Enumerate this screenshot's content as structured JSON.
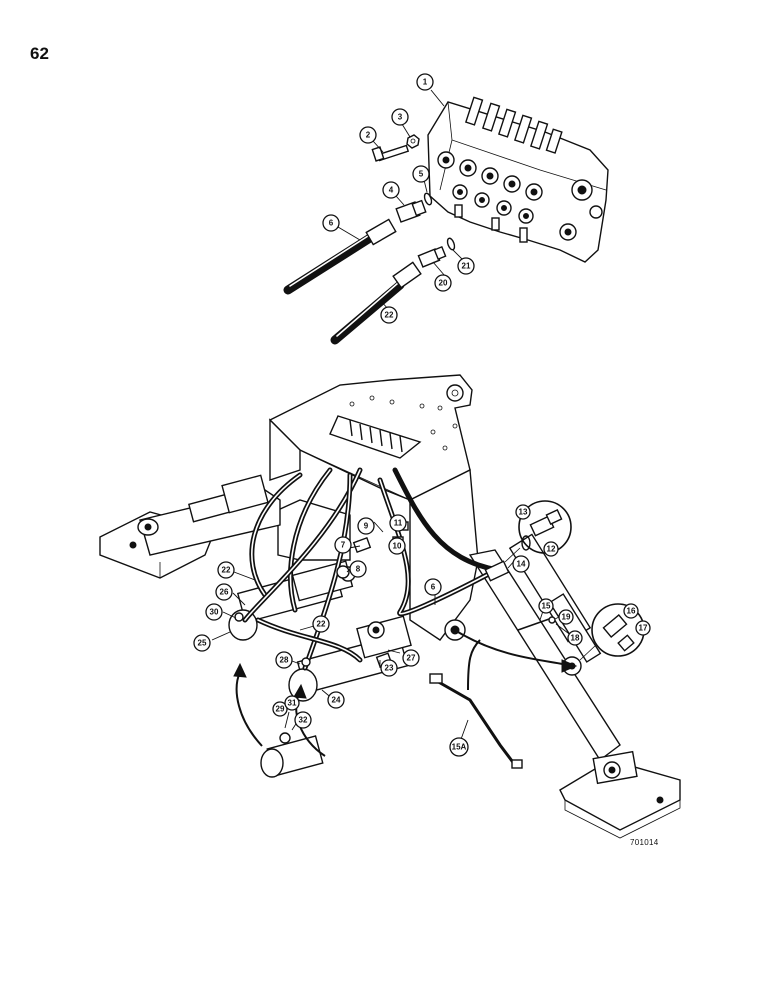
{
  "page": {
    "number": "62"
  },
  "figure": {
    "code": "701014"
  },
  "callouts": [
    {
      "id": "c1",
      "label": "1"
    },
    {
      "id": "c2",
      "label": "2"
    },
    {
      "id": "c3",
      "label": "3"
    },
    {
      "id": "c4",
      "label": "4"
    },
    {
      "id": "c5",
      "label": "5"
    },
    {
      "id": "c6a",
      "label": "6"
    },
    {
      "id": "c20",
      "label": "20"
    },
    {
      "id": "c21",
      "label": "21"
    },
    {
      "id": "c22a",
      "label": "22"
    },
    {
      "id": "c7",
      "label": "7"
    },
    {
      "id": "c8",
      "label": "8"
    },
    {
      "id": "c9",
      "label": "9"
    },
    {
      "id": "c10",
      "label": "10"
    },
    {
      "id": "c11",
      "label": "11"
    },
    {
      "id": "c6b",
      "label": "6"
    },
    {
      "id": "c22b",
      "label": "22"
    },
    {
      "id": "c22c",
      "label": "22"
    },
    {
      "id": "c26",
      "label": "26"
    },
    {
      "id": "c30",
      "label": "30"
    },
    {
      "id": "c25",
      "label": "25"
    },
    {
      "id": "c28",
      "label": "28"
    },
    {
      "id": "c24",
      "label": "24"
    },
    {
      "id": "c23",
      "label": "23"
    },
    {
      "id": "c27",
      "label": "27"
    },
    {
      "id": "c29",
      "label": "29"
    },
    {
      "id": "c31",
      "label": "31"
    },
    {
      "id": "c32",
      "label": "32"
    },
    {
      "id": "c13",
      "label": "13"
    },
    {
      "id": "c12",
      "label": "12"
    },
    {
      "id": "c14",
      "label": "14"
    },
    {
      "id": "c15",
      "label": "15"
    },
    {
      "id": "c19",
      "label": "19"
    },
    {
      "id": "c18",
      "label": "18"
    },
    {
      "id": "c16",
      "label": "16"
    },
    {
      "id": "c17",
      "label": "17"
    },
    {
      "id": "c15a",
      "label": "15A"
    }
  ]
}
